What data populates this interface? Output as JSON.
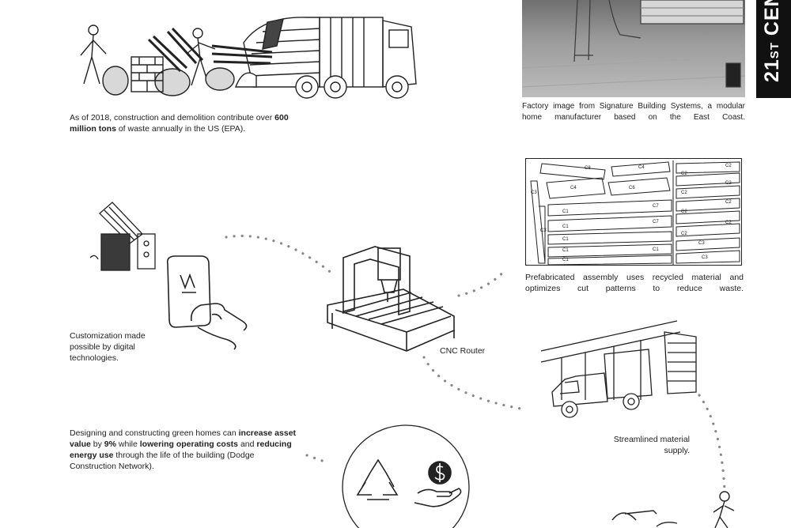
{
  "side_tab": {
    "number": "21",
    "suffix": "ST",
    "word": "CEN"
  },
  "captions": {
    "waste": {
      "pre": "As of 2018, construction and demolition contribute over ",
      "bold": "600 million tons",
      "post": " of waste annually in the US (EPA)."
    },
    "factory": "Factory image from Signature Building Systems, a modular home manufacturer based on the East Coast.",
    "customization": "Customization made possible by digital technologies.",
    "prefab": "Prefabricated assembly uses recycled material and optimizes cut patterns to reduce waste.",
    "cnc": "CNC Router",
    "supply": "Streamlined material supply.",
    "green": {
      "p1": "Designing and constructing green homes can ",
      "b1": "increase asset value",
      "p2": " by ",
      "b2": "9%",
      "p3": " while ",
      "b3": "lowering operating costs",
      "p4": " and ",
      "b4": "reducing energy use",
      "p5": " through the life of the building (Dodge Construction Network)."
    }
  },
  "cut_pattern": {
    "top_left_labels": [
      "C8",
      "C4",
      "C4",
      "C6"
    ],
    "left_column": [
      "C3",
      "C3"
    ],
    "left_strips": [
      "C1",
      "C1",
      "C1",
      "C1",
      "C1"
    ],
    "left_strip_right": [
      "C7",
      "C7",
      "C1"
    ],
    "right_column": [
      "C2",
      "C2",
      "C2",
      "C2",
      "C2",
      "C2",
      "C2",
      "C2"
    ],
    "bottom_right": [
      "C3",
      "C3"
    ]
  },
  "icons": {
    "recycle": "recycle-icon",
    "money_hand": "dollar-hand-icon"
  },
  "colors": {
    "ink": "#1a1a1a",
    "tab": "#111111",
    "photo": "#8a8a8a"
  }
}
